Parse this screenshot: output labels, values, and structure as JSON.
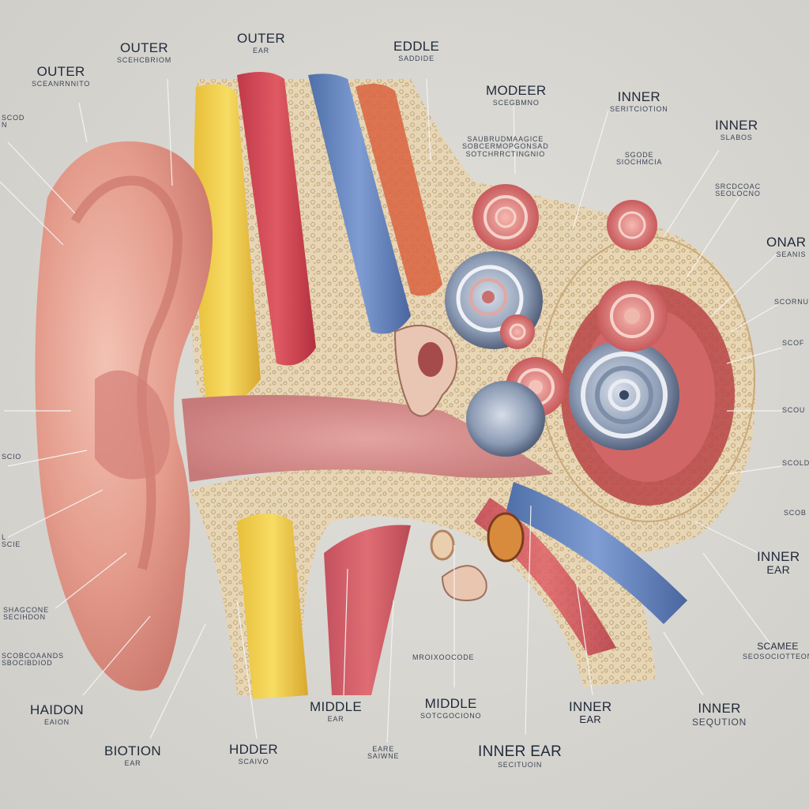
{
  "labels": {
    "outer_top_left": {
      "title": "OUTER",
      "sub": "SCEANRNNITO"
    },
    "outer_top": {
      "title": "OUTER",
      "sub": "EAR"
    },
    "outer_left_sub": {
      "title": "OUTER",
      "sub": "SCEHCBRIOM"
    },
    "eddle": {
      "title": "EDDLE",
      "sub": "SADDIDE"
    },
    "modeer": {
      "title": "MODEER",
      "sub": "SCEGBMNO"
    },
    "middle_detail": {
      "line1": "SAUBRUDMAAGICE",
      "line2": "SOBCERMOPGONSAD",
      "line3": "SOTCHRRCTINGNIO"
    },
    "inner_top": {
      "title": "INNER",
      "sub": "SERITCIOTION"
    },
    "inner_top_sub": {
      "line1": "SGODE",
      "line2": "SIOCHMCIA"
    },
    "inner_right": {
      "title": "INNER",
      "sub": "SLABOS"
    },
    "right_mid": {
      "line1": "SRCDCOAC",
      "line2": "SEOLOCNO"
    },
    "right_edge_1": {
      "title": "ONAR",
      "sub": "SEANIS"
    },
    "right_edge_2": {
      "line1": "SCORNU"
    },
    "right_edge_3": {
      "line1": "SCOF"
    },
    "right_edge_4": {
      "line1": "SCOU"
    },
    "right_edge_5": {
      "line1": "SCOLD"
    },
    "right_edge_6": {
      "line1": "SCOB"
    },
    "inner_ear_right": {
      "title": "INNER",
      "sub": "EAR"
    },
    "scamee": {
      "title": "SCAMEE",
      "sub": "SEOSOCIOTTEON"
    },
    "inner_section": {
      "title": "INNER",
      "sub": "SEQUTION"
    },
    "inner_ear_bottom": {
      "title": "INNER EAR",
      "sub": "SECITUOIN"
    },
    "inner_ear_small": {
      "title": "INNER",
      "sub": "EAR"
    },
    "middle_bottom_right": {
      "title": "MIDDLE",
      "sub": "SOTCGOCIONO"
    },
    "middle_sub_top": {
      "line1": "MROIXOOCODE"
    },
    "middle_bottom_left": {
      "title": "MIDDLE",
      "sub": "EAR"
    },
    "eare_small": {
      "title": "EARE",
      "sub": "SAIWNE"
    },
    "hdder": {
      "title": "HDDER",
      "sub": "SCAIVO"
    },
    "biotion": {
      "title": "BIOTION",
      "sub": "EAR"
    },
    "haidon": {
      "title": "HAIDON",
      "sub": "EAION"
    },
    "left_1": {
      "line1": "SCOBCOAANDS",
      "line2": "SBOCIBDIOD"
    },
    "left_2": {
      "line1": "SHAGCONE",
      "line2": "SECIHDON"
    },
    "left_3": {
      "line1": "L",
      "line2": "SCIE"
    },
    "left_4": {
      "line1": "SCIO"
    },
    "left_5": {
      "line1": "SCOD",
      "line2": "N"
    }
  }
}
